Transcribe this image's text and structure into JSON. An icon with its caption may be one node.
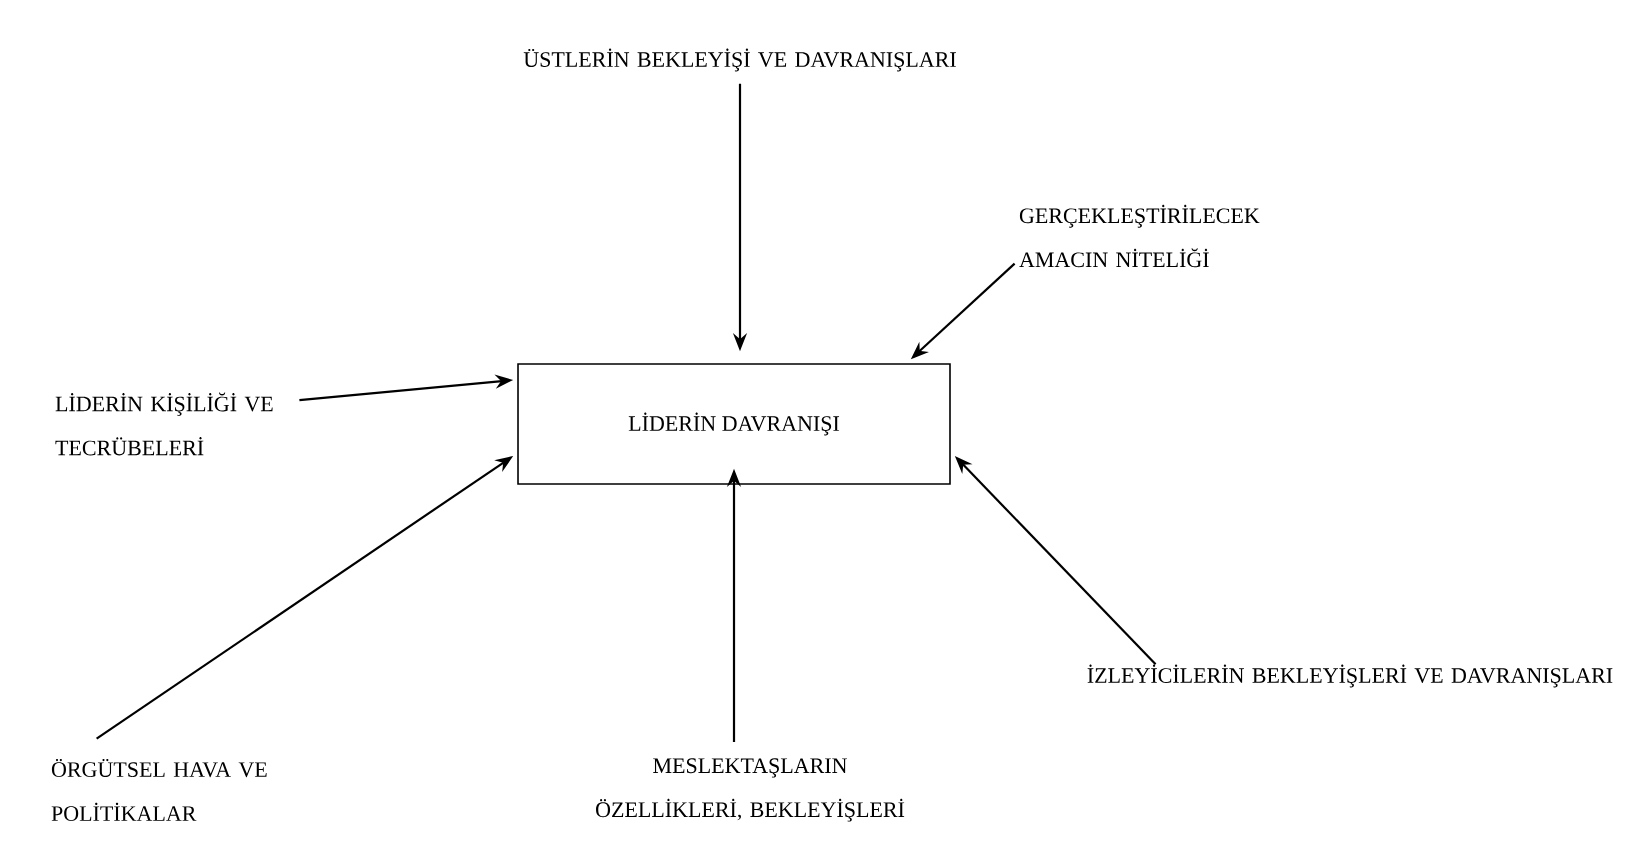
{
  "diagram": {
    "nodes": [
      {
        "text": [
          "LİDERİN DAVRANIŞI"
        ]
      },
      {
        "text": [
          "ÜSTLERİN BEKLEYİŞİ VE DAVRANIŞLARI"
        ]
      },
      {
        "text": [
          "GERÇEKLEŞTİRİLECEK AMACIN NİTELİĞİ"
        ]
      },
      {
        "text": [
          "LİDERİN KİŞİLİĞİ VE TECRÜBELERİ"
        ]
      },
      {
        "text": [
          "İZLEYİCİLERİN BEKLEYİŞLERİ VE DAVRANIŞLARI"
        ]
      },
      {
        "text": [
          "ÖRGÜTSEL HAVA VE POLİTİKALAR"
        ]
      },
      {
        "text": [
          "MESLEKTAŞLARIN ÖZELLİKLERİ, BEKLEYİŞLERİ"
        ]
      }
    ],
    "edges": [
      {
        "from": 1,
        "to": 0,
        "arrow": "to"
      },
      {
        "from": 2,
        "to": 0,
        "arrow": "to"
      },
      {
        "from": 3,
        "to": 0,
        "arrow": "to"
      },
      {
        "from": 4,
        "to": 0,
        "arrow": "to"
      },
      {
        "from": 5,
        "to": 0,
        "arrow": "to"
      },
      {
        "from": 6,
        "to": 0,
        "arrow": "to"
      }
    ]
  }
}
